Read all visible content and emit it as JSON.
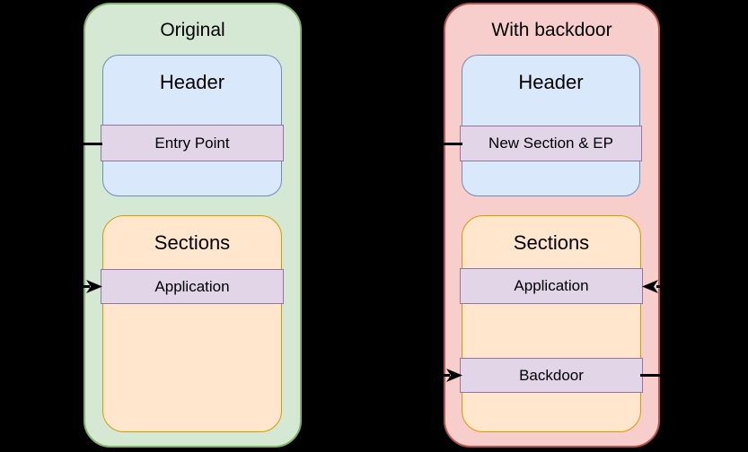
{
  "canvas": {
    "background": "#000000"
  },
  "panels": {
    "original": {
      "title": "Original",
      "fill": "#d5e8d4",
      "stroke": "#82b366",
      "header": {
        "title": "Header",
        "strip_label": "Entry Point"
      },
      "sections": {
        "title": "Sections",
        "strips": [
          {
            "label": "Application"
          }
        ]
      }
    },
    "backdoor": {
      "title": "With backdoor",
      "fill": "#f8cecc",
      "stroke": "#b85450",
      "header": {
        "title": "Header",
        "strip_label": "New Section & EP"
      },
      "sections": {
        "title": "Sections",
        "strips": [
          {
            "label": "Application"
          },
          {
            "label": "Backdoor"
          }
        ]
      }
    }
  },
  "shared_colors": {
    "header_fill": "#dae8fc",
    "header_stroke": "#6c8ebf",
    "strip_fill": "#e1d5e7",
    "strip_stroke": "#9673a6",
    "sections_fill": "#ffe6cc",
    "sections_stroke": "#d79b00",
    "connector": "#000000"
  },
  "connectors": [
    {
      "from": "Entry Point",
      "to": "Application"
    },
    {
      "from": "New Section & EP",
      "to": "Backdoor"
    },
    {
      "from": "Backdoor",
      "to": "Application"
    }
  ]
}
